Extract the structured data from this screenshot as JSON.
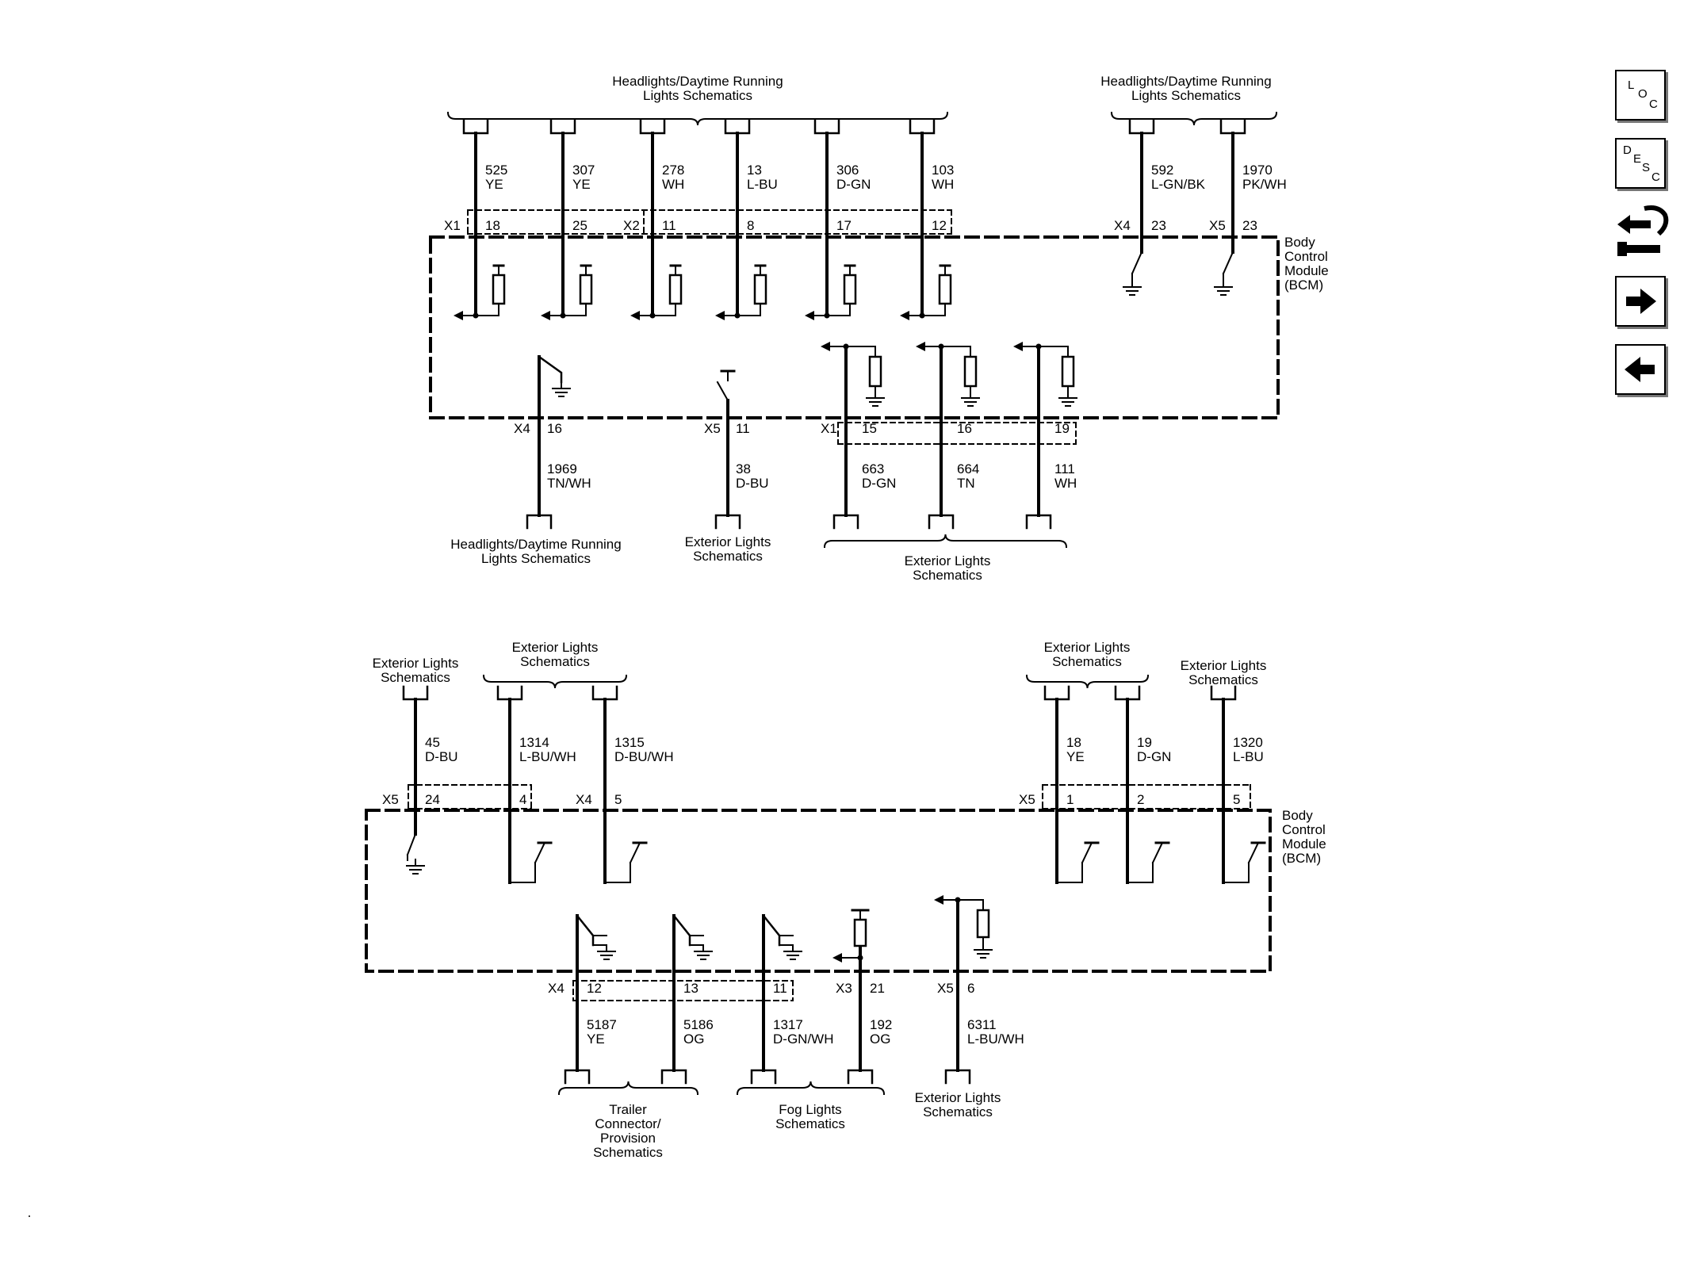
{
  "nav": {
    "loc": [
      "L",
      "O",
      "C"
    ],
    "desc": [
      "D",
      "E",
      "S",
      "C"
    ]
  },
  "top": {
    "title_left": [
      "Headlights/Daytime Running",
      "Lights Schematics"
    ],
    "title_right": [
      "Headlights/Daytime Running",
      "Lights Schematics"
    ],
    "module": [
      "Body",
      "Control",
      "Module",
      "(BCM)"
    ],
    "conn_x1": "X1",
    "conn_x2": "X2",
    "conn_x4": "X4",
    "conn_x5": "X5",
    "wires_top": [
      {
        "pin": "18",
        "circuit": "525",
        "color": "YE"
      },
      {
        "pin": "25",
        "circuit": "307",
        "color": "YE"
      },
      {
        "pin": "11",
        "circuit": "278",
        "color": "WH"
      },
      {
        "pin": "8",
        "circuit": "13",
        "color": "L-BU"
      },
      {
        "pin": "17",
        "circuit": "306",
        "color": "D-GN"
      },
      {
        "pin": "12",
        "circuit": "103",
        "color": "WH"
      },
      {
        "pin": "23",
        "circuit": "592",
        "color": "L-GN/BK"
      },
      {
        "pin": "23",
        "circuit": "1970",
        "color": "PK/WH"
      }
    ],
    "bottom_conn_x4": "X4",
    "bottom_conn_x5": "X5",
    "bottom_conn_x1": "X1",
    "wires_bottom": [
      {
        "pin": "16",
        "circuit": "1969",
        "color": "TN/WH"
      },
      {
        "pin": "11",
        "circuit": "38",
        "color": "D-BU"
      },
      {
        "pin": "15",
        "circuit": "663",
        "color": "D-GN"
      },
      {
        "pin": "16",
        "circuit": "664",
        "color": "TN"
      },
      {
        "pin": "19",
        "circuit": "111",
        "color": "WH"
      }
    ],
    "dest_1": [
      "Headlights/Daytime Running",
      "Lights Schematics"
    ],
    "dest_2": [
      "Exterior Lights",
      "Schematics"
    ],
    "dest_3": [
      "Exterior Lights",
      "Schematics"
    ]
  },
  "bottom": {
    "src_1": [
      "Exterior Lights",
      "Schematics"
    ],
    "src_2": [
      "Exterior Lights",
      "Schematics"
    ],
    "src_3": [
      "Exterior Lights",
      "Schematics"
    ],
    "src_4": [
      "Exterior Lights",
      "Schematics"
    ],
    "module": [
      "Body",
      "Control",
      "Module",
      "(BCM)"
    ],
    "conn_x5_left": "X5",
    "conn_x4_top": "X4",
    "conn_x5_right": "X5",
    "wires_top": [
      {
        "pin": "24",
        "circuit": "45",
        "color": "D-BU"
      },
      {
        "pin": "4",
        "circuit": "1314",
        "color": "L-BU/WH"
      },
      {
        "pin": "5",
        "circuit": "1315",
        "color": "D-BU/WH"
      },
      {
        "pin": "1",
        "circuit": "18",
        "color": "YE"
      },
      {
        "pin": "2",
        "circuit": "19",
        "color": "D-GN"
      },
      {
        "pin": "5",
        "circuit": "1320",
        "color": "L-BU"
      }
    ],
    "conn_x4_bottom": "X4",
    "conn_x3": "X3",
    "conn_x5_bottom": "X5",
    "wires_bottom": [
      {
        "pin": "12",
        "circuit": "5187",
        "color": "YE"
      },
      {
        "pin": "13",
        "circuit": "5186",
        "color": "OG"
      },
      {
        "pin": "11",
        "circuit": "1317",
        "color": "D-GN/WH"
      },
      {
        "pin": "21",
        "circuit": "192",
        "color": "OG"
      },
      {
        "pin": "6",
        "circuit": "6311",
        "color": "L-BU/WH"
      }
    ],
    "dest_trailer": [
      "Trailer",
      "Connector/",
      "Provision",
      "Schematics"
    ],
    "dest_fog": [
      "Fog Lights",
      "Schematics"
    ],
    "dest_ext": [
      "Exterior Lights",
      "Schematics"
    ]
  }
}
